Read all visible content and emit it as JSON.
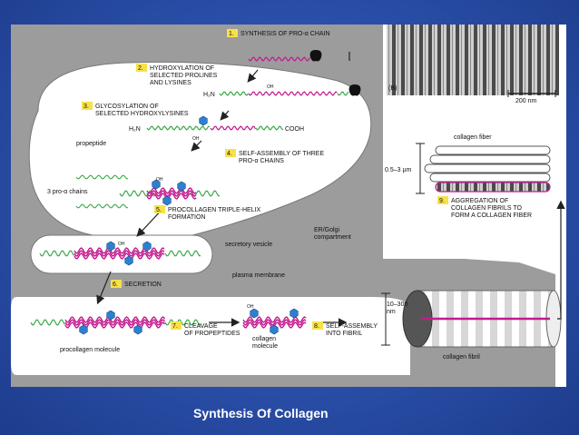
{
  "slide": {
    "caption": "Synthesis Of Collagen",
    "colors": {
      "background": "#2a4ea8",
      "cell": "#9a9a9a",
      "chain_green": "#3daa4a",
      "chain_magenta": "#c41a8f",
      "hexagon": "#2f7fcf",
      "step_box": "#f7e14a"
    }
  },
  "steps": [
    {
      "num": "1.",
      "label": "SYNTHESIS OF PRO-α CHAIN"
    },
    {
      "num": "2.",
      "label": "HYDROXYLATION OF\nSELECTED PROLINES\nAND LYSINES"
    },
    {
      "num": "3.",
      "label": "GLYCOSYLATION OF\nSELECTED HYDROXYLYSINES"
    },
    {
      "num": "4.",
      "label": "SELF-ASSEMBLY OF THREE\nPRO-α CHAINS"
    },
    {
      "num": "5.",
      "label": "PROCOLLAGEN TRIPLE-HELIX\nFORMATION"
    },
    {
      "num": "6.",
      "label": "SECRETION"
    },
    {
      "num": "7.",
      "label": "CLEAVAGE\nOF PROPEPTIDES"
    },
    {
      "num": "8.",
      "label": "SELF-ASSEMBLY\nINTO FIBRIL"
    },
    {
      "num": "9.",
      "label": "AGGREGATION OF\nCOLLAGEN FIBRILS TO\nFORM A COLLAGEN FIBER"
    }
  ],
  "labels": {
    "h2n_1": "H₂N",
    "h2n_2": "H₂N",
    "cooh": "COOH",
    "oh": "OH",
    "propeptide": "propeptide",
    "three_chains": "3 pro-α chains",
    "er_golgi": "ER/Golgi\ncompartment",
    "secretory_vesicle": "secretory vesicle",
    "plasma_membrane": "plasma membrane",
    "procollagen_molecule": "procollagen molecule",
    "collagen_molecule": "collagen\nmolecule",
    "collagen_fibril": "collagen fibril",
    "collagen_fiber": "collagen fiber",
    "fibril_size": "10–300\nnm",
    "fiber_size": "0.5–3 µm",
    "micrograph_label": "(B)",
    "scale_bar": "200 nm"
  }
}
